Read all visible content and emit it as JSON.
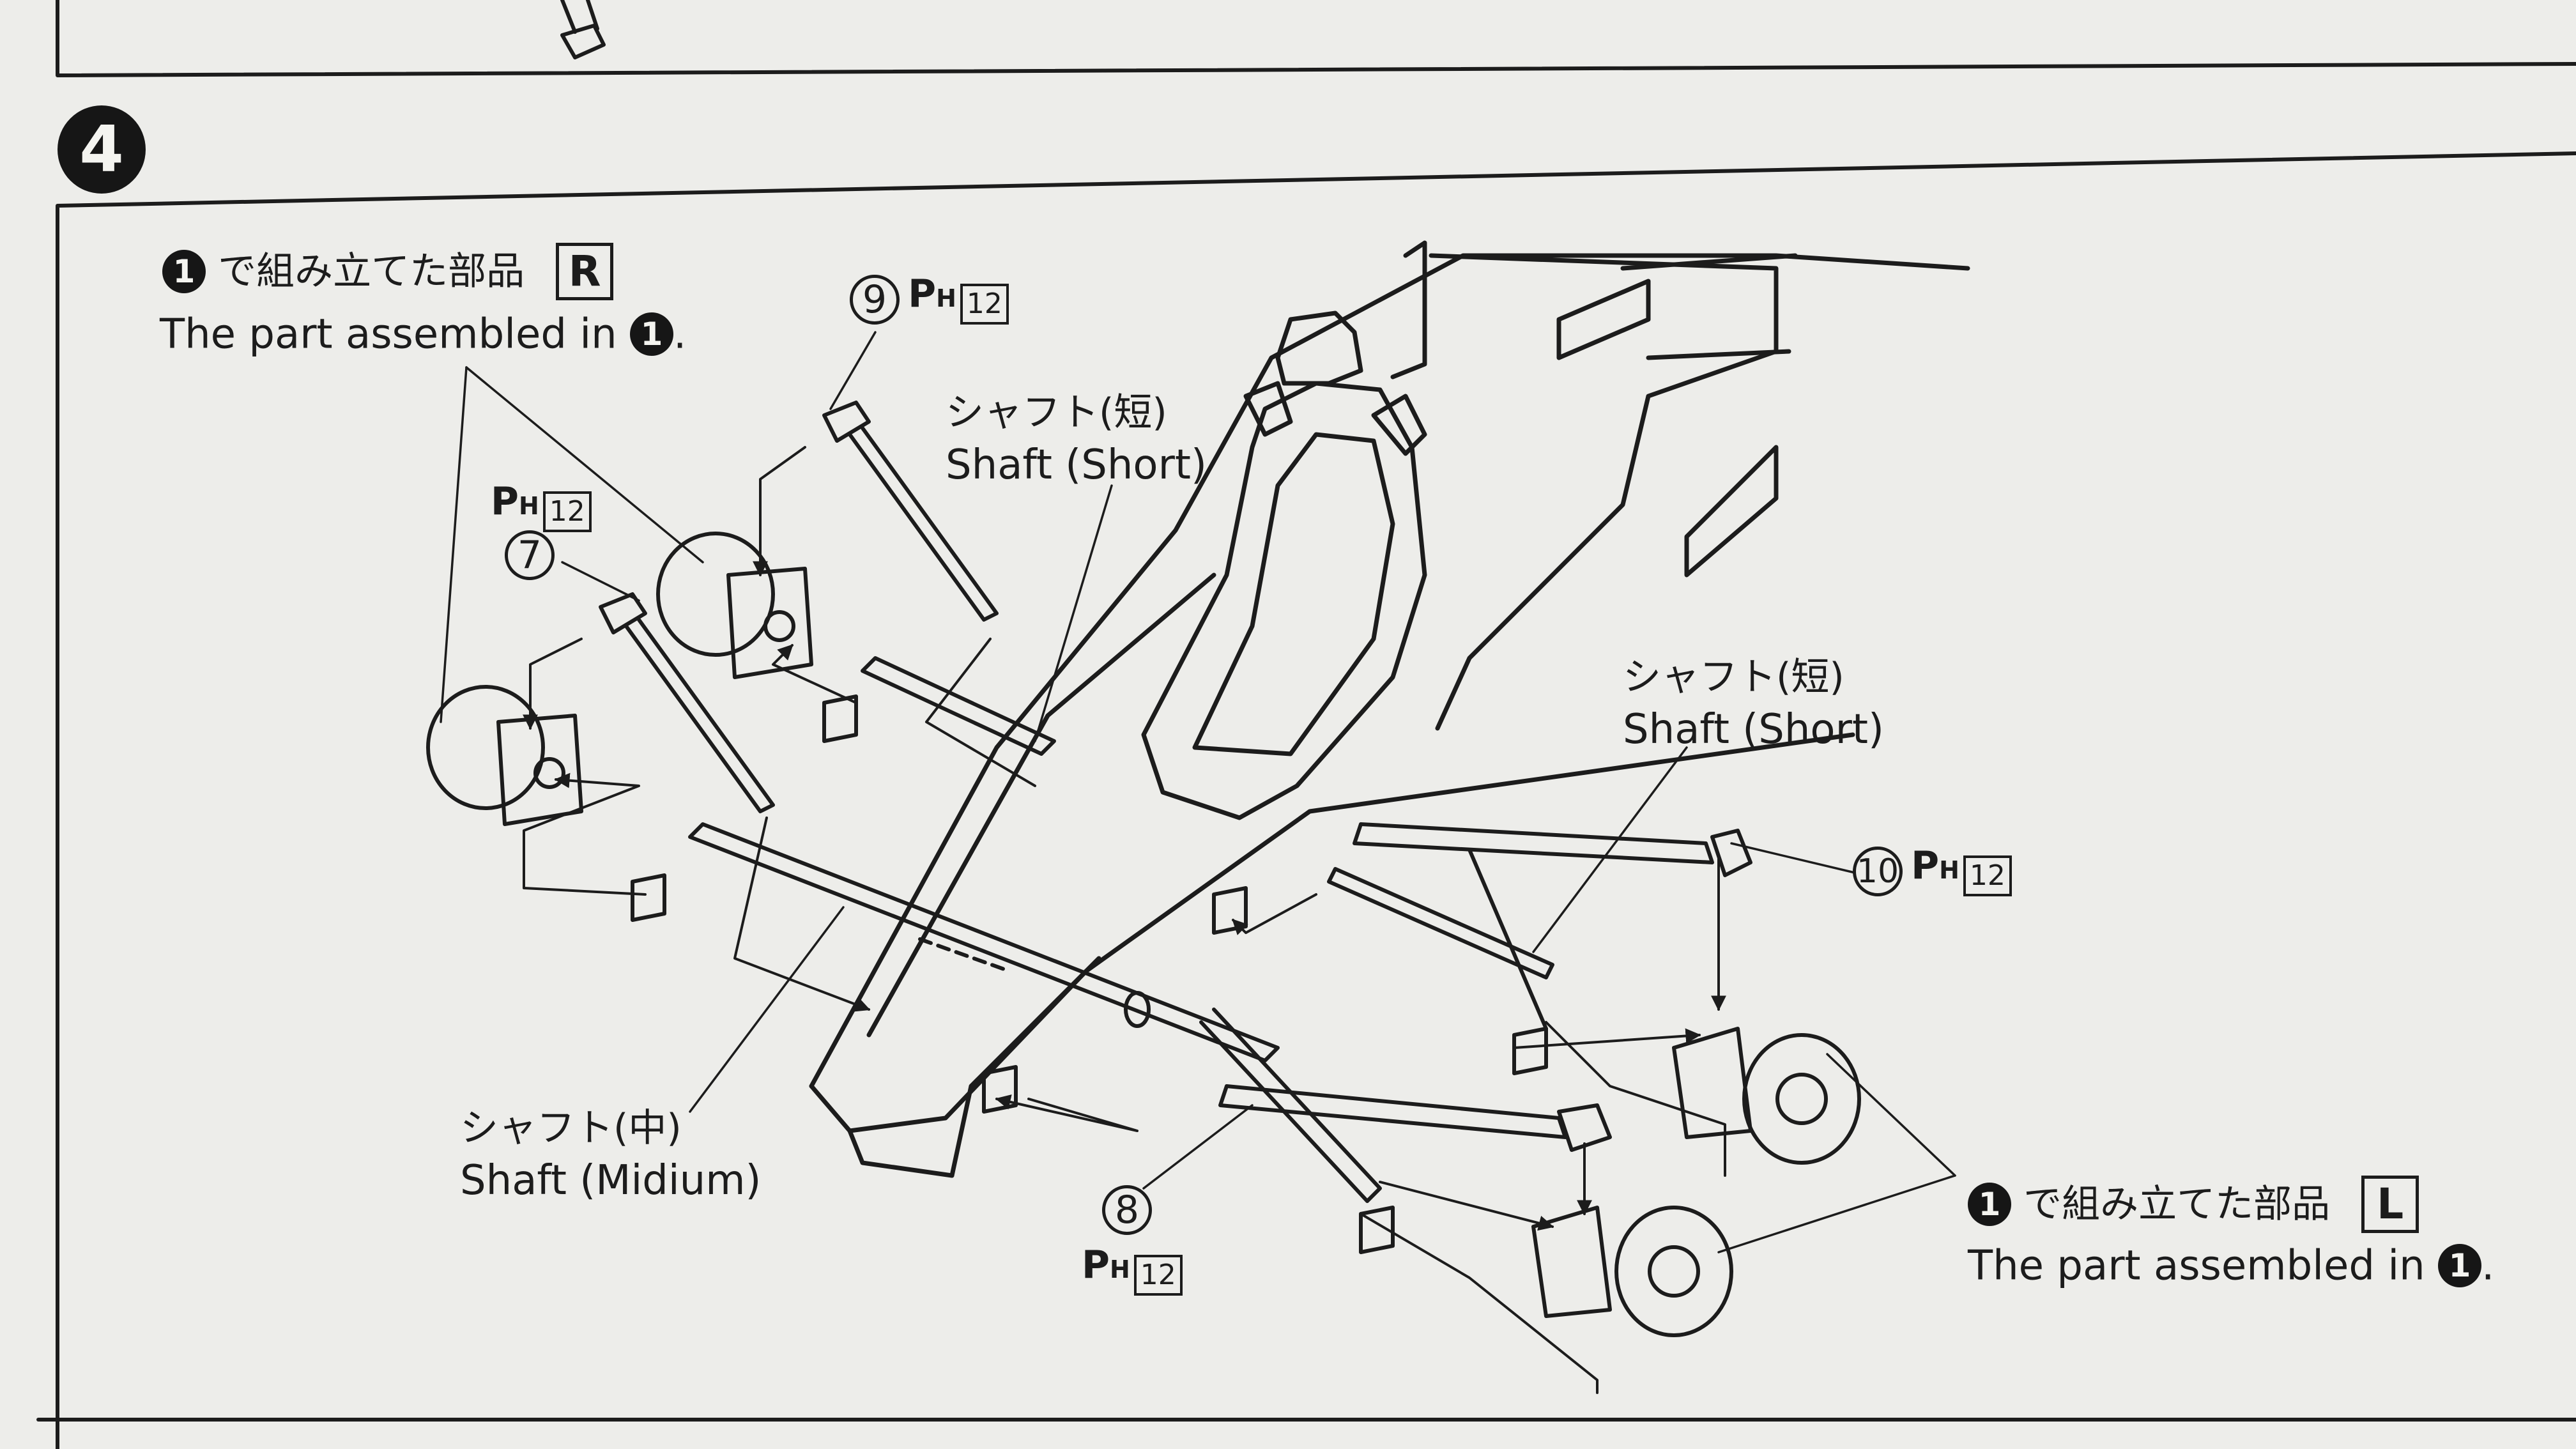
{
  "step": {
    "number": "4"
  },
  "callouts": {
    "assembled_r": {
      "ref_number": "1",
      "ja": "で組み立てた部品",
      "tag": "R",
      "en_prefix": "The part assembled in",
      "en_ref": "1",
      "en_suffix": "."
    },
    "assembled_l": {
      "ref_number": "1",
      "ja": "で組み立てた部品",
      "tag": "L",
      "en_prefix": "The part assembled in",
      "en_ref": "1",
      "en_suffix": "."
    }
  },
  "parts": [
    {
      "id": "9",
      "symbol": "P",
      "sub": "H",
      "sprue": "12"
    },
    {
      "id": "7",
      "symbol": "P",
      "sub": "H",
      "sprue": "12"
    },
    {
      "id": "10",
      "symbol": "P",
      "sub": "H",
      "sprue": "12"
    },
    {
      "id": "8",
      "symbol": "P",
      "sub": "H",
      "sprue": "12"
    }
  ],
  "shafts": {
    "short_left": {
      "ja": "シャフト(短)",
      "en": "Shaft (Short)"
    },
    "short_right": {
      "ja": "シャフト(短)",
      "en": "Shaft (Short)"
    },
    "medium": {
      "ja": "シャフト(中)",
      "en": "Shaft (Midium)"
    }
  },
  "colors": {
    "ink": "#1c1c1c",
    "paper": "#ededea",
    "badge": "#161616"
  }
}
